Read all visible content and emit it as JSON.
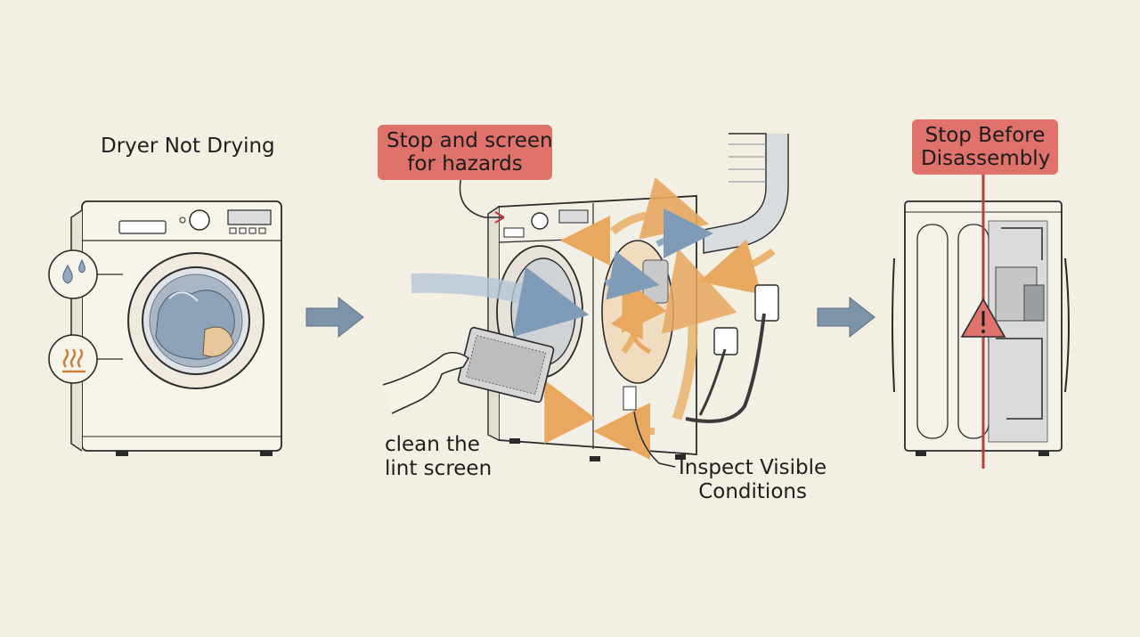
{
  "steps": {
    "step1": {
      "title": "Dryer Not Drying"
    },
    "step2": {
      "badge_line1": "Stop and screen",
      "badge_line2": "for hazards",
      "left_line1": "clean the",
      "left_line2": "lint screen",
      "right_line1": "Inspect Visible",
      "right_line2": "Conditions"
    },
    "step3": {
      "badge_line1": "Stop Before",
      "badge_line2": "Disassembly"
    }
  },
  "icons": {
    "water": "water-drops-icon",
    "heat": "heat-waves-icon",
    "warning": "warning-triangle-icon"
  },
  "colors": {
    "background": "#f3efe3",
    "badge": "#e0726c",
    "airflow_warm": "#eab46e",
    "airflow_cool": "#8fa9c4",
    "arrow": "#7d93a8"
  }
}
